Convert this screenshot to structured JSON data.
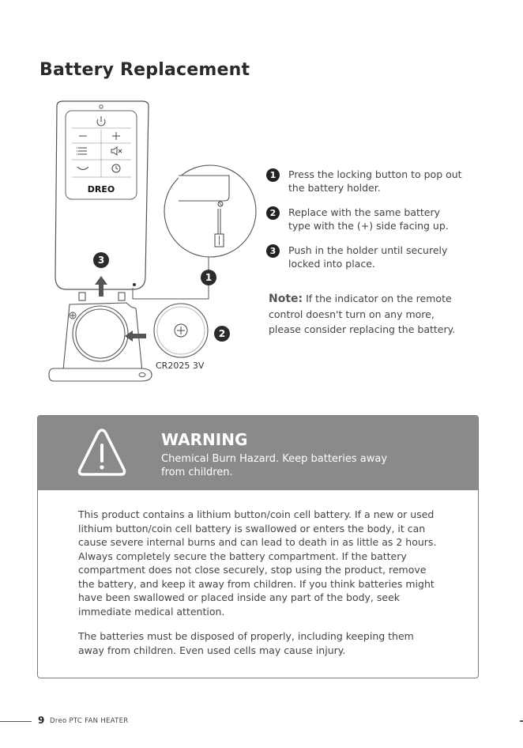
{
  "page": {
    "title": "Battery Replacement",
    "page_number": "9",
    "product_name": "Dreo PTC FAN HEATER"
  },
  "remote": {
    "brand": "DREO",
    "battery_label": "CR2025 3V",
    "markers": [
      "1",
      "2",
      "3"
    ],
    "icons": [
      "power-icon",
      "minus-icon",
      "plus-icon",
      "menu-icon",
      "mute-icon",
      "oscillate-icon",
      "timer-icon"
    ]
  },
  "steps": [
    {
      "number": "1",
      "text": "Press the locking button to pop out the battery holder."
    },
    {
      "number": "2",
      "text": "Replace with the same battery type with the (+) side facing up."
    },
    {
      "number": "3",
      "text": "Push in the holder until securely locked into place."
    }
  ],
  "note": {
    "label": "Note:",
    "text": "If the indicator on the remote control doesn't turn on any more, please consider replacing the battery."
  },
  "warning": {
    "title": "WARNING",
    "subtitle": "Chemical Burn Hazard. Keep batteries away from children.",
    "paragraph1": "This product contains a lithium button/coin cell battery. If a new or used lithium button/coin cell battery is swallowed or enters the body, it can cause severe internal burns and can lead to death in as little as 2 hours. Always completely secure the battery compartment. If the battery compartment does not close securely, stop using the product, remove the battery, and keep it away from children. If you think batteries might have been swallowed or placed inside any part of the body, seek immediate medical attention.",
    "paragraph2": "The batteries must be disposed of properly, including keeping them away from children. Even used cells may cause injury."
  }
}
